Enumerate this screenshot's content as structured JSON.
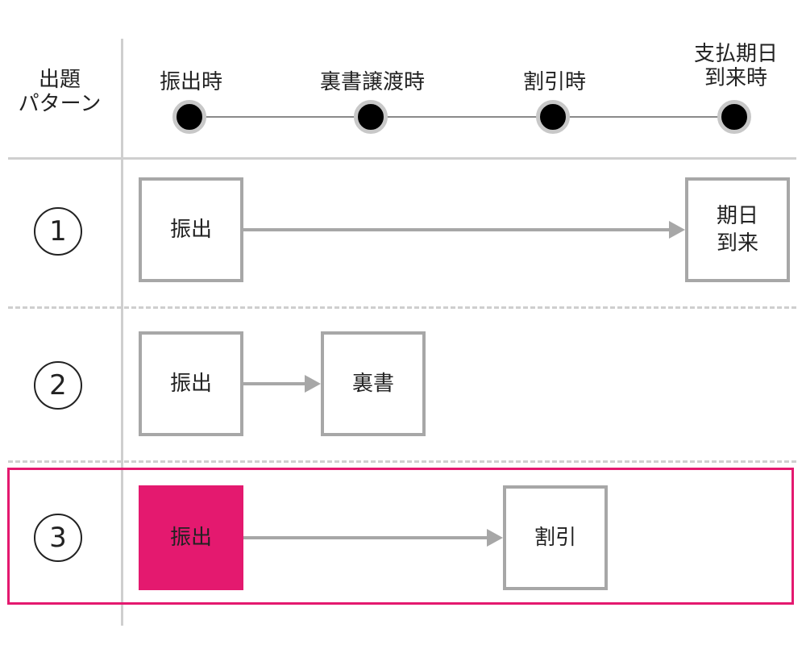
{
  "header": {
    "row_label": "出題\nパターン",
    "timeline": [
      "振出時",
      "裏書譲渡時",
      "割引時",
      "支払期日\n到来時"
    ]
  },
  "patterns": [
    {
      "number": "1",
      "boxes": [
        "振出",
        "期日\n到来"
      ]
    },
    {
      "number": "2",
      "boxes": [
        "振出",
        "裏書"
      ]
    },
    {
      "number": "3",
      "boxes": [
        "振出",
        "割引"
      ],
      "highlighted": true
    }
  ],
  "colors": {
    "accent": "#e4196f",
    "box_border": "#a7a7a7",
    "grid_line": "#cfcfcf",
    "timeline_dot": "#000000"
  }
}
